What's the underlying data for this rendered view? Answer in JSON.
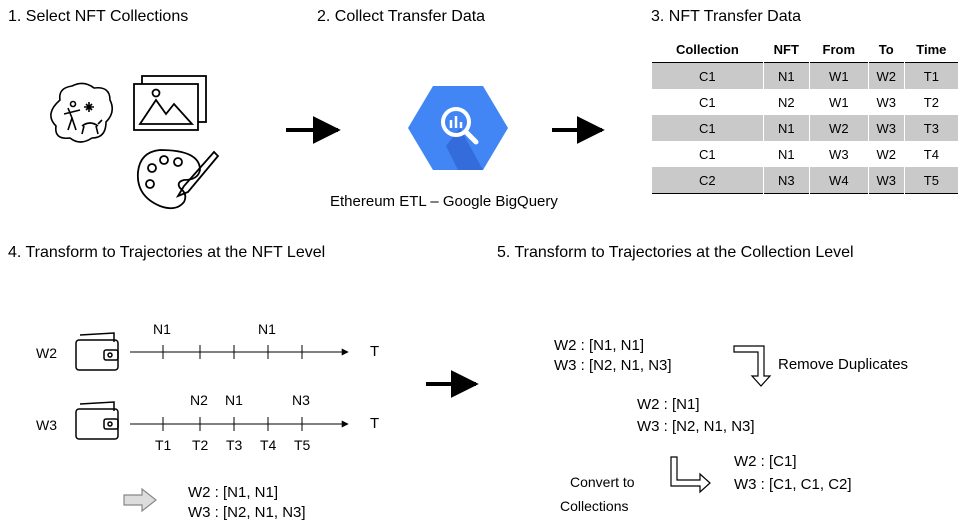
{
  "steps": {
    "s1": "1. Select NFT Collections",
    "s2": "2. Collect Transfer Data",
    "s3": "3. NFT Transfer Data",
    "s4": "4. Transform to Trajectories at the NFT Level",
    "s5": "5. Transform to Trajectories at the Collection Level"
  },
  "bigquery_caption": "Ethereum ETL – Google BigQuery",
  "table": {
    "headers": [
      "Collection",
      "NFT",
      "From",
      "To",
      "Time"
    ],
    "rows": [
      [
        "C1",
        "N1",
        "W1",
        "W2",
        "T1"
      ],
      [
        "C1",
        "N2",
        "W1",
        "W3",
        "T2"
      ],
      [
        "C1",
        "N1",
        "W2",
        "W3",
        "T3"
      ],
      [
        "C1",
        "N1",
        "W3",
        "W2",
        "T4"
      ],
      [
        "C2",
        "N3",
        "W4",
        "W3",
        "T5"
      ]
    ]
  },
  "timeline": {
    "w2_label": "W2",
    "w3_label": "W3",
    "axis_end": "T",
    "w2_nfts": [
      "N1",
      "N1"
    ],
    "w3_nfts": [
      "N2",
      "N1",
      "N3"
    ],
    "times": [
      "T1",
      "T2",
      "T3",
      "T4",
      "T5"
    ]
  },
  "nft_level": {
    "w2": "W2 : [N1, N1]",
    "w3": "W3 : [N2, N1, N3]"
  },
  "collection_level": {
    "before_w2": "W2 : [N1, N1]",
    "before_w3": "W3 : [N2, N1, N3]",
    "remove_label": "Remove Duplicates",
    "dedup_w2": "W2 : [N1]",
    "dedup_w3": "W3 : [N2, N1, N3]",
    "convert_label_1": "Convert to",
    "convert_label_2": "Collections",
    "coll_w2": "W2 : [C1]",
    "coll_w3": "W3 : [C1, C1, C2]"
  },
  "colors": {
    "bigquery_blue": "#4285f4",
    "bigquery_dark": "#3367d6",
    "table_stripe": "#c9c9c9"
  }
}
